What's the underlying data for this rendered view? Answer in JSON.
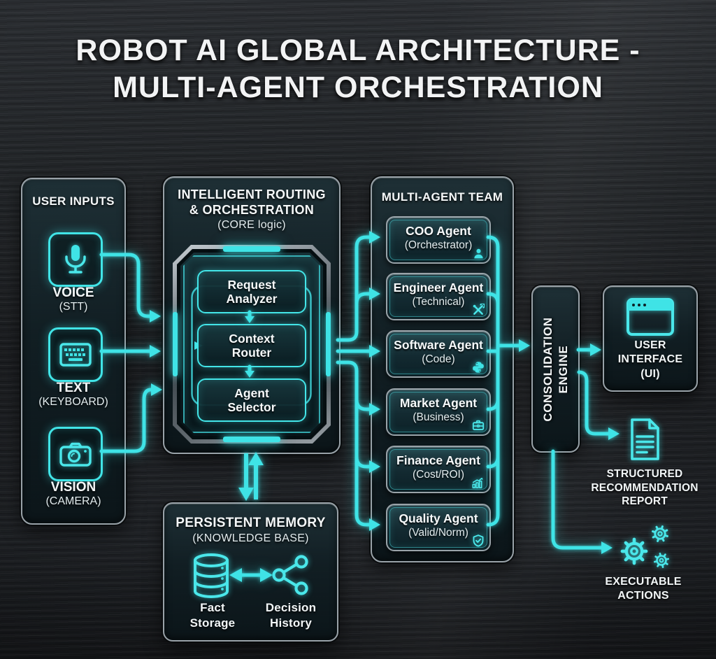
{
  "title": {
    "line1": "ROBOT AI GLOBAL ARCHITECTURE -",
    "line2": "MULTI-AGENT ORCHESTRATION"
  },
  "user_inputs": {
    "header": "USER INPUTS",
    "items": [
      {
        "label": "VOICE",
        "sub": "(STT)",
        "icon": "microphone-icon"
      },
      {
        "label": "TEXT",
        "sub": "(KEYBOARD)",
        "icon": "keyboard-icon"
      },
      {
        "label": "VISION",
        "sub": "(CAMERA)",
        "icon": "camera-icon"
      }
    ]
  },
  "core": {
    "header_line1": "INTELLIGENT ROUTING",
    "header_line2": "& ORCHESTRATION",
    "header_line3": "(CORE logic)",
    "modules": [
      {
        "line1": "Request",
        "line2": "Analyzer"
      },
      {
        "line1": "Context",
        "line2": "Router"
      },
      {
        "line1": "Agent",
        "line2": "Selector"
      }
    ]
  },
  "agents": {
    "header": "MULTI-AGENT TEAM",
    "items": [
      {
        "name": "COO Agent",
        "sub": "(Orchestrator)",
        "icon": "person-icon"
      },
      {
        "name": "Engineer Agent",
        "sub": "(Technical)",
        "icon": "tools-icon"
      },
      {
        "name": "Software Agent",
        "sub": "(Code)",
        "icon": "python-icon"
      },
      {
        "name": "Market Agent",
        "sub": "(Business)",
        "icon": "briefcase-icon"
      },
      {
        "name": "Finance Agent",
        "sub": "(Cost/ROI)",
        "icon": "chart-icon"
      },
      {
        "name": "Quality Agent",
        "sub": "(Valid/Norm)",
        "icon": "shield-check-icon"
      }
    ]
  },
  "consolidation": {
    "line1": "CONSOLIDATION",
    "line2": "ENGINE"
  },
  "outputs": {
    "ui": {
      "line1": "USER",
      "line2": "INTERFACE",
      "line3": "(UI)",
      "icon": "browser-window-icon"
    },
    "report": {
      "line1": "STRUCTURED",
      "line2": "RECOMMENDATION",
      "line3": "REPORT",
      "icon": "document-icon"
    },
    "actions": {
      "line1": "EXECUTABLE",
      "line2": "ACTIONS",
      "icon": "gears-icon"
    }
  },
  "memory": {
    "header": "PERSISTENT MEMORY",
    "sub": "(KNOWLEDGE BASE)",
    "items": [
      {
        "line1": "Fact",
        "line2": "Storage",
        "icon": "database-icon"
      },
      {
        "line1": "Decision",
        "line2": "History",
        "icon": "share-network-icon"
      }
    ]
  },
  "colors": {
    "accent": "#3fe3e6",
    "panel_border": "#99a2a8",
    "text": "#f4f7f8"
  }
}
